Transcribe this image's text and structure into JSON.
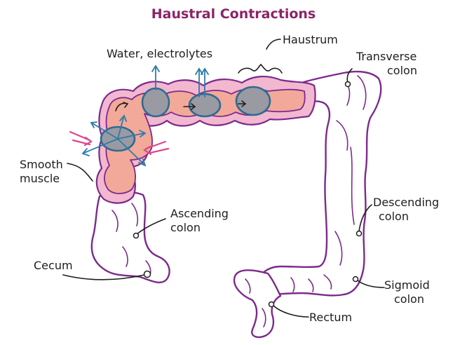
{
  "title": "Haustral Contractions",
  "labels": {
    "water": "Water, electrolytes",
    "haustrum": "Haustrum",
    "transverse_1": "Transverse",
    "transverse_2": "colon",
    "smooth_1": "Smooth",
    "smooth_2": "muscle",
    "ascending_1": "Ascending",
    "ascending_2": "colon",
    "descending_1": "Descending",
    "descending_2": "colon",
    "cecum": "Cecum",
    "sigmoid_1": "Sigmoid",
    "sigmoid_2": "colon",
    "rectum": "Rectum"
  },
  "colors": {
    "title": "#8b2467",
    "outline": "#7d2a8c",
    "lumen": "#f2a99a",
    "mucosa": "#f2b8cf",
    "feces": "#9a9aa2",
    "arrows": "#2d7ba8",
    "contraction_arrows": "#e0468e"
  }
}
